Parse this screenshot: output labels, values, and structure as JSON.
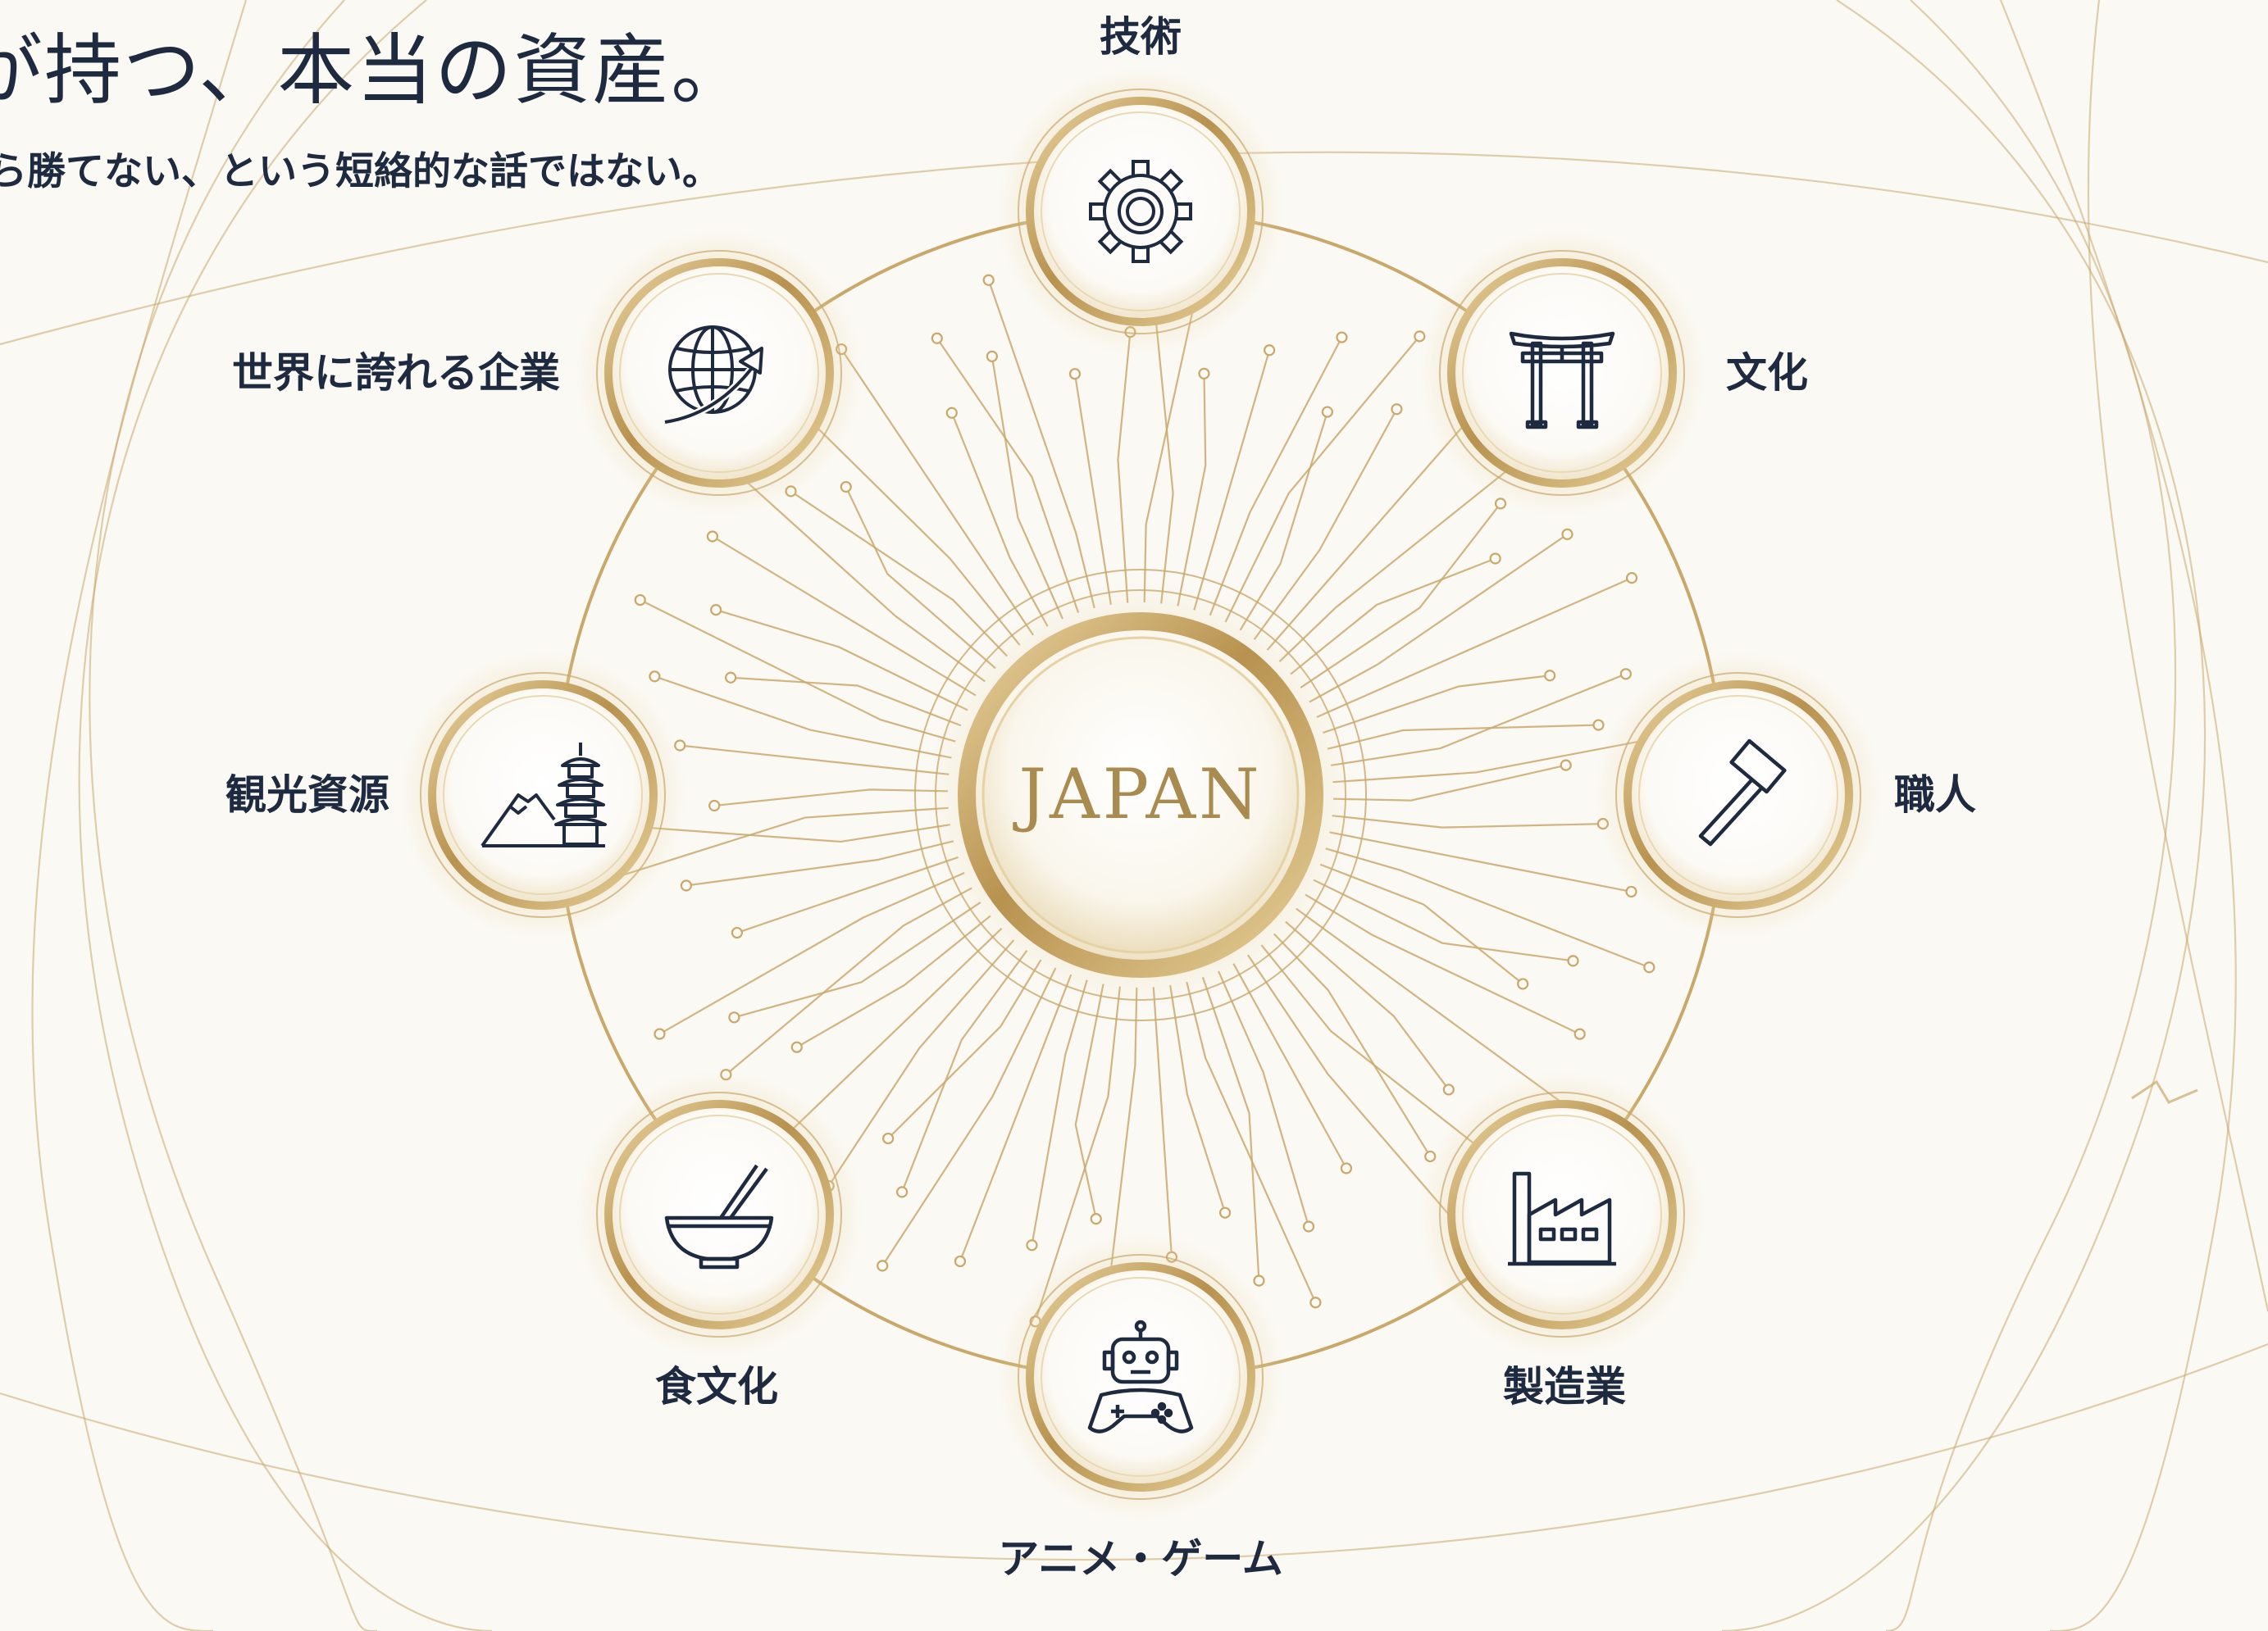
{
  "headline": "が持つ、本当の資産。",
  "subline": "ら勝てない、という短絡的な話ではない。",
  "center": {
    "label": "JAPAN"
  },
  "nodes": [
    {
      "id": "tech",
      "label": "技術",
      "icon": "gear-icon"
    },
    {
      "id": "culture",
      "label": "文化",
      "icon": "torii-gate-icon"
    },
    {
      "id": "craftsman",
      "label": "職人",
      "icon": "hammer-icon"
    },
    {
      "id": "manufacturing",
      "label": "製造業",
      "icon": "factory-icon"
    },
    {
      "id": "anime-game",
      "label": "アニメ・ゲーム",
      "icon": "robot-gamepad-icon"
    },
    {
      "id": "food-culture",
      "label": "食文化",
      "icon": "rice-bowl-chopsticks-icon"
    },
    {
      "id": "tourism",
      "label": "観光資源",
      "icon": "mount-fuji-pagoda-icon"
    },
    {
      "id": "companies",
      "label": "世界に誇れる企業",
      "icon": "globe-growth-icon"
    }
  ],
  "colors": {
    "gold": "#c9a86a",
    "gold_dark": "#a98a4f",
    "navy": "#1e2a3f",
    "background": "#fbf9f4"
  }
}
